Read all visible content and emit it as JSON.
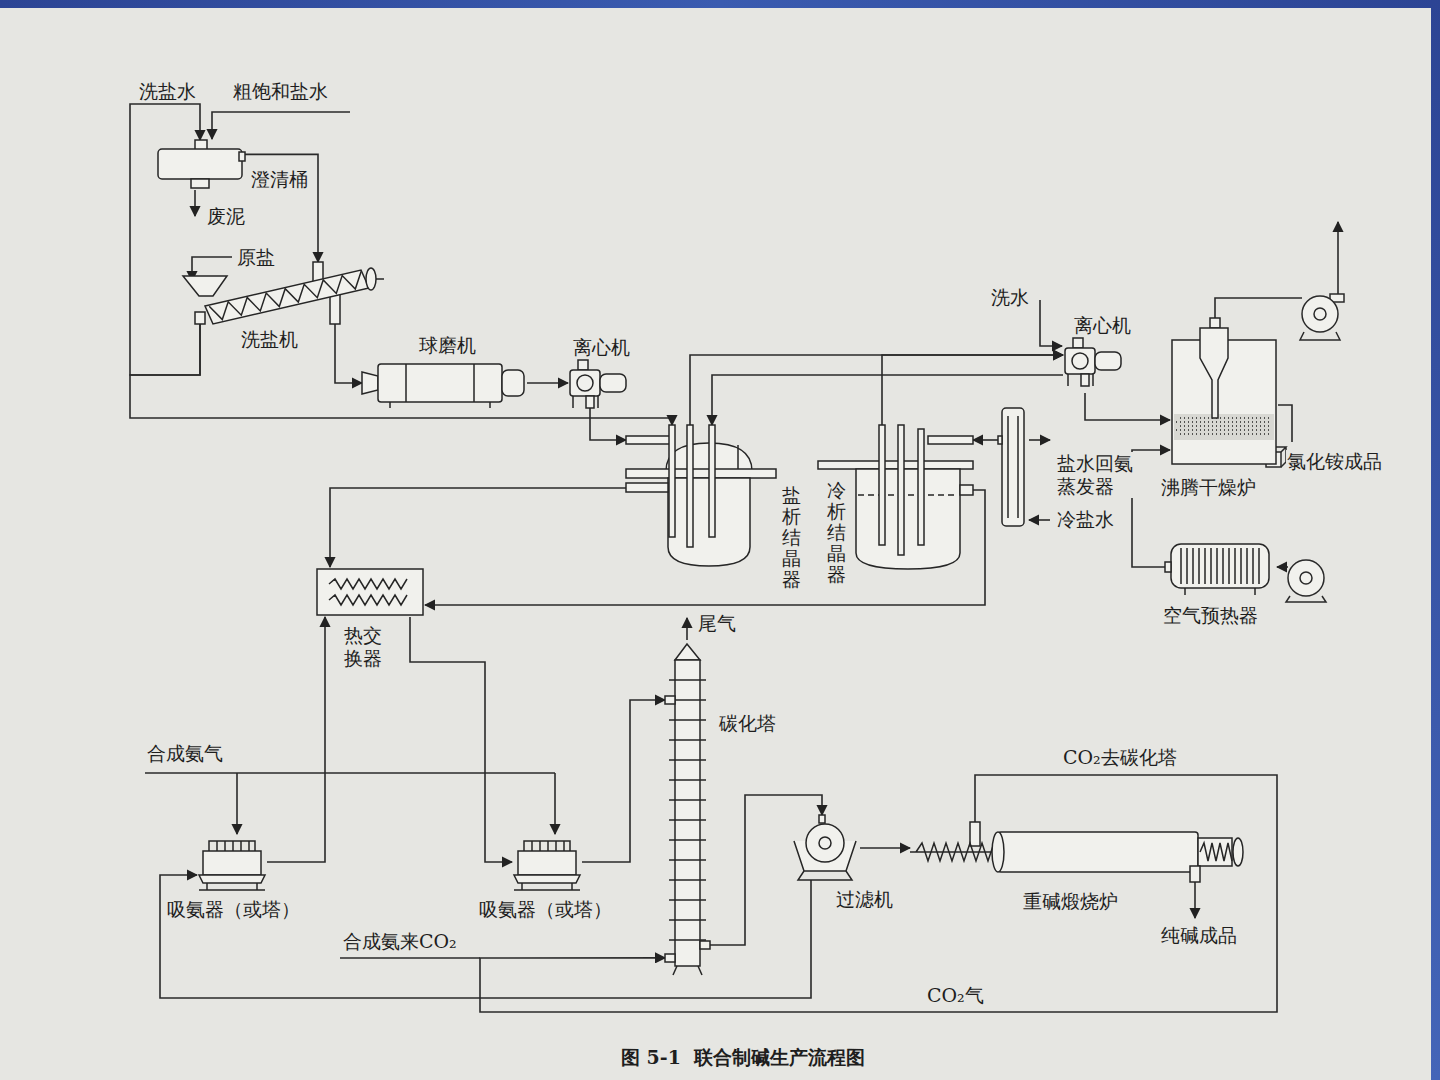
{
  "diagram": {
    "caption": "图 5-1  联合制碱生产流程图",
    "nodes": [
      {
        "text": [
          "澄清桶"
        ]
      },
      {
        "text": [
          "洗盐机"
        ]
      },
      {
        "text": [
          "球磨机"
        ]
      },
      {
        "text": [
          "离心机"
        ]
      },
      {
        "text": [
          "盐析结晶器"
        ]
      },
      {
        "text": [
          "冷析结晶器"
        ]
      },
      {
        "text": [
          "盐水回氨 蒸发器"
        ]
      },
      {
        "text": [
          "离心机"
        ]
      },
      {
        "text": [
          "沸腾干燥炉"
        ]
      },
      {
        "text": [
          "空气预热器"
        ]
      },
      {
        "text": [
          "热交 换器"
        ]
      },
      {
        "text": [
          "碳化塔"
        ]
      },
      {
        "text": [
          "吸氨器（或塔）"
        ]
      },
      {
        "text": [
          "吸氨器（或塔）"
        ]
      },
      {
        "text": [
          "过滤机"
        ]
      },
      {
        "text": [
          "重碱煅烧炉"
        ]
      }
    ],
    "edges": [
      {
        "from": 0,
        "to": 1,
        "arrow": "to"
      },
      {
        "from": 1,
        "to": 0,
        "arrow": "to"
      },
      {
        "from": 1,
        "to": 4,
        "arrow": "to"
      },
      {
        "from": 1,
        "to": 2,
        "arrow": "to"
      },
      {
        "from": 2,
        "to": 3,
        "arrow": "to"
      },
      {
        "from": 3,
        "to": 4,
        "arrow": "to"
      },
      {
        "from": 4,
        "to": 7,
        "arrow": "to"
      },
      {
        "from": 5,
        "to": 7,
        "arrow": "to"
      },
      {
        "from": 7,
        "to": 4,
        "arrow": "to"
      },
      {
        "from": 7,
        "to": 8,
        "arrow": "to"
      },
      {
        "from": 9,
        "to": 8,
        "arrow": "to"
      },
      {
        "from": 4,
        "to": 10,
        "arrow": "to"
      },
      {
        "from": 12,
        "to": 10,
        "arrow": "to"
      },
      {
        "from": 10,
        "to": 13,
        "arrow": "to"
      },
      {
        "from": 5,
        "to": 10,
        "arrow": "to"
      },
      {
        "from": 6,
        "to": 5,
        "arrow": "to"
      },
      {
        "from": 13,
        "to": 11,
        "arrow": "to"
      },
      {
        "from": 11,
        "to": 14,
        "arrow": "to"
      },
      {
        "from": 14,
        "to": 15,
        "arrow": "to"
      },
      {
        "from": 15,
        "to": 11,
        "arrow": "to"
      },
      {
        "from": 14,
        "to": 12,
        "arrow": "to"
      }
    ],
    "labels": [
      "洗盐水",
      "粗饱和盐水",
      "废泥",
      "原盐",
      "洗水",
      "冷盐水",
      "氯化铵成品",
      "尾气",
      "合成氨气",
      "合成氨来CO₂",
      "CO₂去碳化塔",
      "CO₂气",
      "纯碱成品"
    ]
  }
}
